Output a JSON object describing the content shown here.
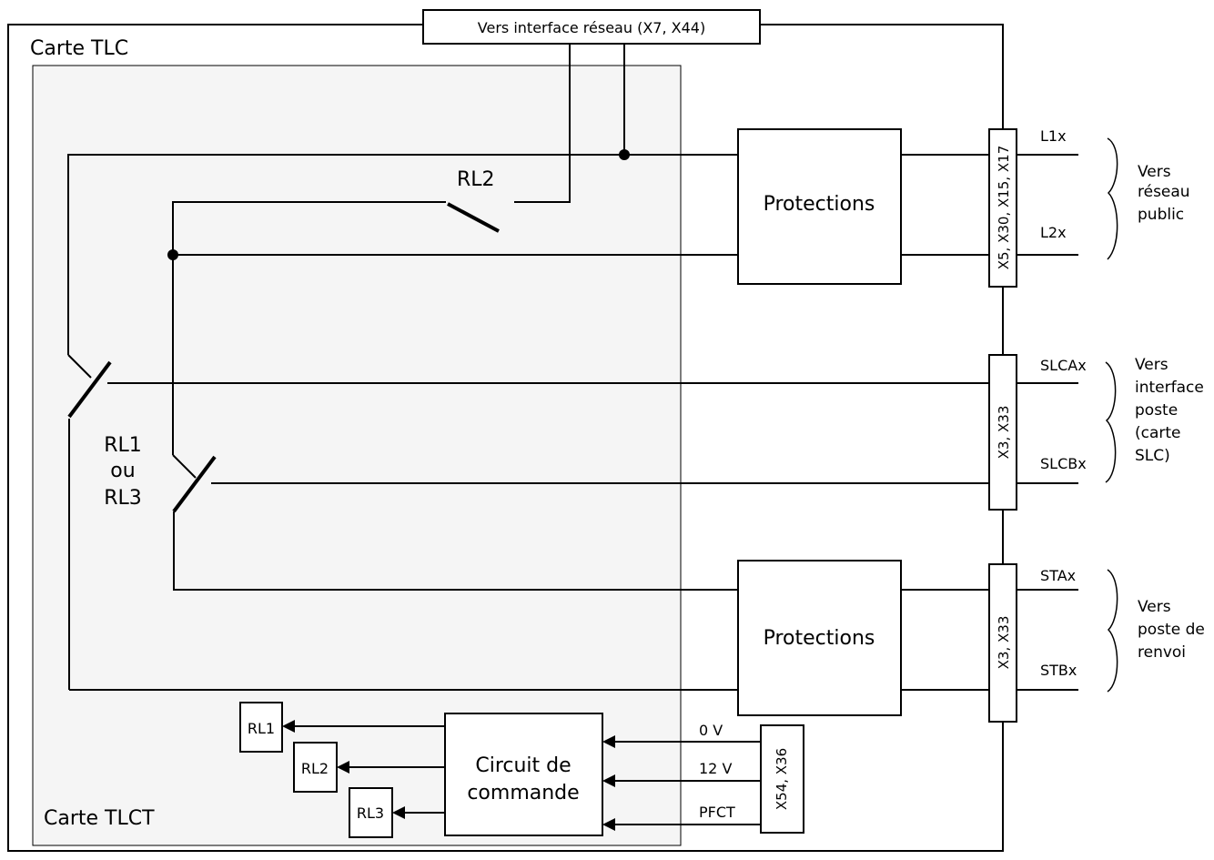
{
  "labels": {
    "network_interface": "Vers interface réseau (X7, X44)",
    "tlc_card": "Carte TLC",
    "tlct_card": "Carte TLCT",
    "protections_top": "Protections",
    "protections_bottom": "Protections",
    "rl2_switch": "RL2",
    "rl1_line1": "RL1",
    "rl1_line2": "ou",
    "rl1_line3": "RL3",
    "control_line1": "Circuit de",
    "control_line2": "commande",
    "relay_rl1": "RL1",
    "relay_rl2": "RL2",
    "relay_rl3": "RL3",
    "volt_0": "0 V",
    "volt_12": "12 V",
    "pfct": "PFCT"
  },
  "connectors": {
    "top": "X5, X30, X15, X17",
    "middle": "X3, X33",
    "bottom": "X3, X33",
    "power": "X54, X36"
  },
  "signals": {
    "l1": "L1x",
    "l2": "L2x",
    "slca": "SLCAx",
    "slcb": "SLCBx",
    "sta": "STAx",
    "stb": "STBx"
  },
  "destinations": {
    "public_network": [
      "Vers",
      "réseau",
      "public"
    ],
    "extension_interface": [
      "Vers",
      "interface",
      "poste",
      "(carte",
      "SLC)"
    ],
    "forward_station": [
      "Vers",
      "poste de",
      "renvoi"
    ]
  }
}
